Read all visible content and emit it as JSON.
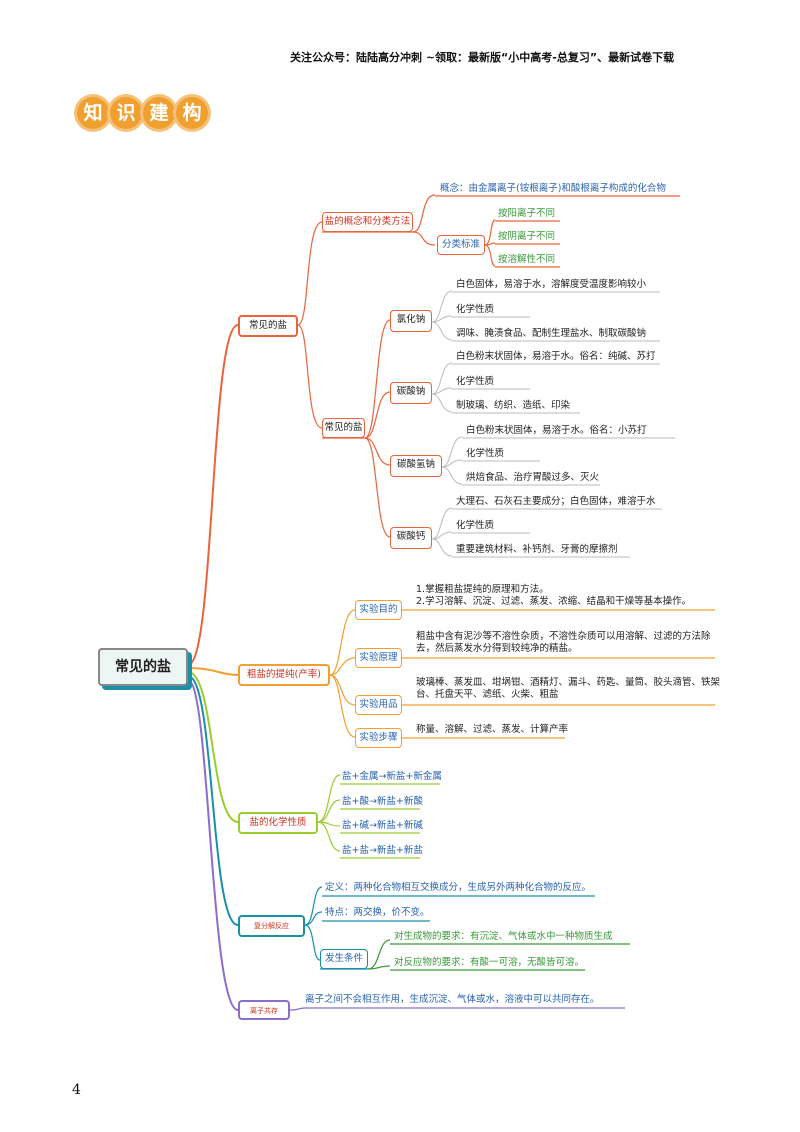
{
  "header": "关注公众号：陆陆高分冲刺 ~领取：最新版“小中高考-总复习”、最新试卷下载",
  "badge_chars": [
    "知",
    "识",
    "建",
    "构"
  ],
  "root": "常见的盐",
  "b1": {
    "label": "常见的盐",
    "concept": {
      "label": "盐的概念和分类方法",
      "def": "概念：由金属离子(铵根离子)和酸根离子构成的化合物",
      "cls": "分类标准",
      "items": [
        "按阳离子不同",
        "按阴离子不同",
        "按溶解性不同"
      ]
    },
    "common": {
      "label": "常见的盐",
      "salts": [
        {
          "name": "氯化钠",
          "items": [
            "白色固体，易溶于水，溶解度受温度影响较小",
            "化学性质",
            "调味、腌渍食品、配制生理盐水、制取碳酸钠"
          ]
        },
        {
          "name": "碳酸钠",
          "items": [
            "白色粉末状固体，易溶于水。俗名：纯碱、苏打",
            "化学性质",
            "制玻璃、纺织、造纸、印染"
          ]
        },
        {
          "name": "碳酸氢钠",
          "items": [
            "白色粉末状固体，易溶于水。俗名：小苏打",
            "化学性质",
            "烘焙食品、治疗胃酸过多、灭火"
          ]
        },
        {
          "name": "碳酸钙",
          "items": [
            "大理石、石灰石主要成分；白色固体，难溶于水",
            "化学性质",
            "重要建筑材料、补钙剂、牙膏的摩擦剂"
          ]
        }
      ]
    }
  },
  "b2": {
    "label": "粗盐的提纯(产率)",
    "items": [
      {
        "name": "实验目的",
        "text": [
          "1.掌握粗盐提纯的原理和方法。",
          "2.学习溶解、沉淀、过滤、蒸发、浓缩、结晶和干燥等基本操作。"
        ]
      },
      {
        "name": "实验原理",
        "text": [
          "粗盐中含有泥沙等不溶性杂质，不溶性杂质可以用溶解、过滤的方法除",
          "去，然后蒸发水分得到较纯净的精盐。"
        ]
      },
      {
        "name": "实验用品",
        "text": [
          "玻璃棒、蒸发皿、坩埚钳、酒精灯、漏斗、药匙、量筒、胶头滴管、铁架",
          "台、托盘天平、滤纸、火柴、粗盐"
        ]
      },
      {
        "name": "实验步骤",
        "text": [
          "称量、溶解、过滤、蒸发、计算产率"
        ]
      }
    ]
  },
  "b3": {
    "label": "盐的化学性质",
    "items": [
      "盐+金属→新盐+新金属",
      "盐+酸→新盐+新酸",
      "盐+碱→新盐+新碱",
      "盐+盐→新盐+新盐"
    ]
  },
  "b4": {
    "label": "复分解反应",
    "def": "定义：两种化合物相互交换成分，生成另外两种化合物的反应。",
    "feature": "特点：两交换，价不变。",
    "cond": "发生条件",
    "conds": [
      "对生成物的要求：有沉淀、气体或水中一种物质生成",
      "对反应物的要求：有酸一可溶，无酸皆可溶。"
    ]
  },
  "b5": {
    "label": "离子共存",
    "text": "离子之间不会相互作用，生成沉淀、气体或水，溶液中可以共同存在。"
  },
  "page_no": "4",
  "colors": {
    "b1": "#e8643c",
    "b2": "#f0a030",
    "b3": "#9ccc30",
    "b4": "#1a8fa8",
    "b5": "#8a6ec8",
    "blue": "#2a63b0",
    "green": "#3a9a3a",
    "red": "#d0321f"
  }
}
